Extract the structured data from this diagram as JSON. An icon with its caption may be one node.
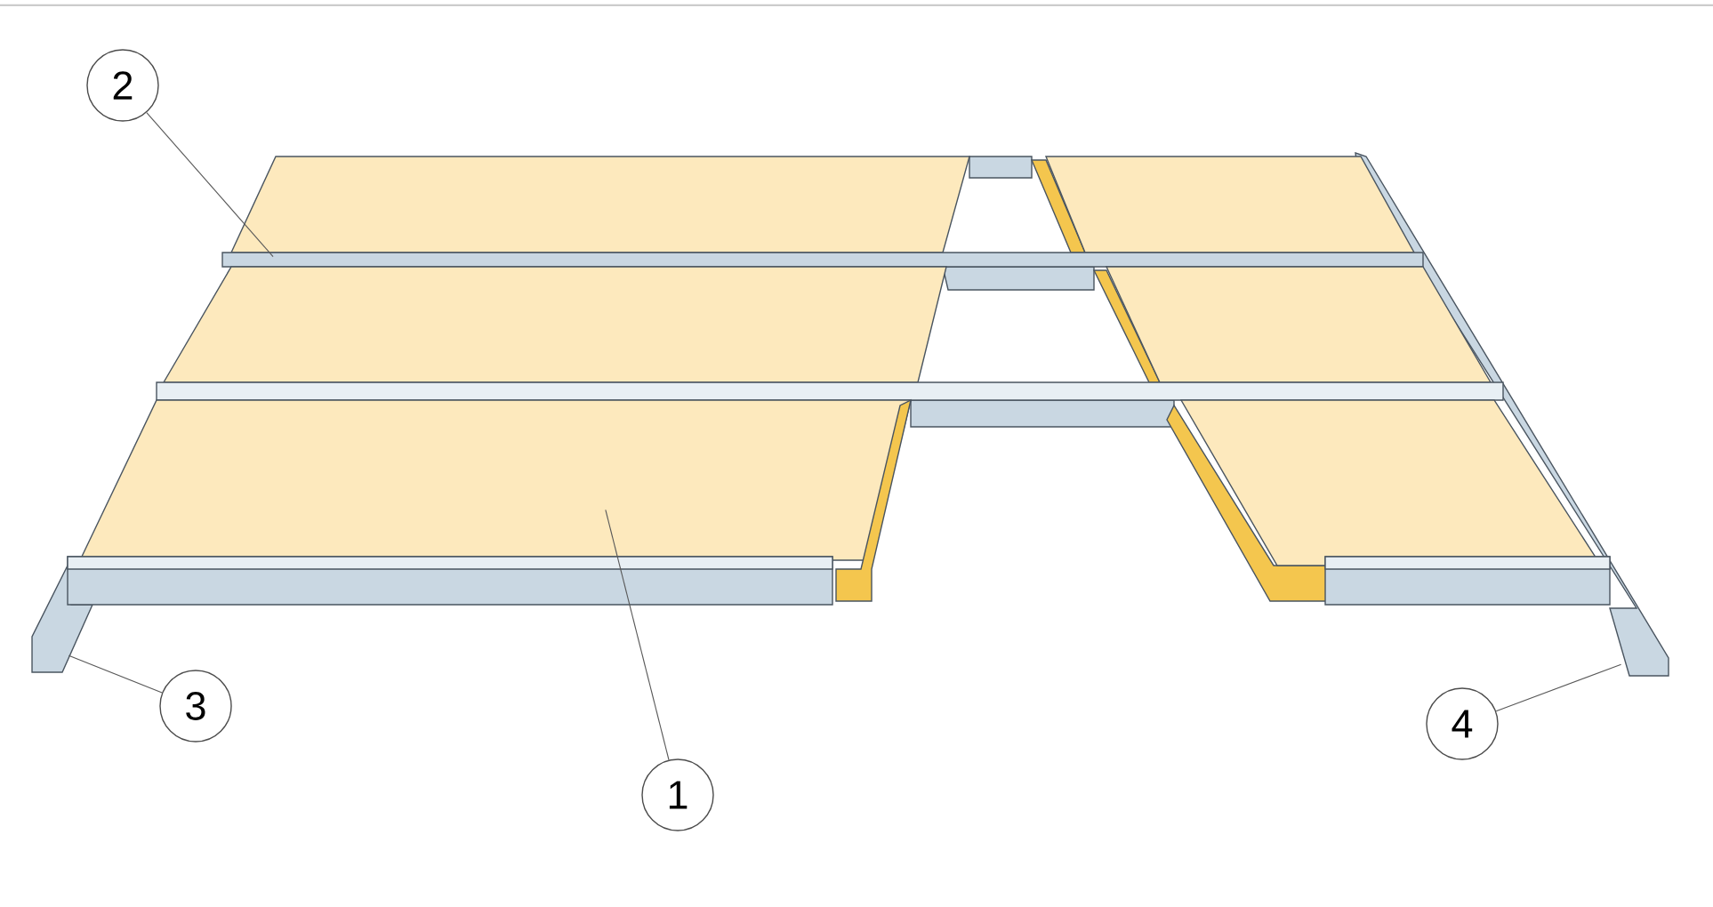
{
  "diagram": {
    "nodes": [
      {
        "text": [
          "2"
        ]
      },
      {
        "text": [
          "3"
        ]
      },
      {
        "text": [
          "4"
        ]
      },
      {
        "text": [
          "1"
        ]
      },
      {
        "text": [],
        "shape": "bar"
      },
      {
        "text": [],
        "shape": "bar"
      },
      {
        "text": [],
        "shape": "bar"
      },
      {
        "text": [],
        "shape": "box"
      }
    ],
    "edges": [
      {
        "from": 0,
        "to": 4,
        "arrow": "none"
      },
      {
        "from": 1,
        "to": 5,
        "arrow": "none"
      },
      {
        "from": 2,
        "to": 6,
        "arrow": "none"
      },
      {
        "from": 3,
        "to": 7,
        "arrow": "none"
      }
    ]
  }
}
